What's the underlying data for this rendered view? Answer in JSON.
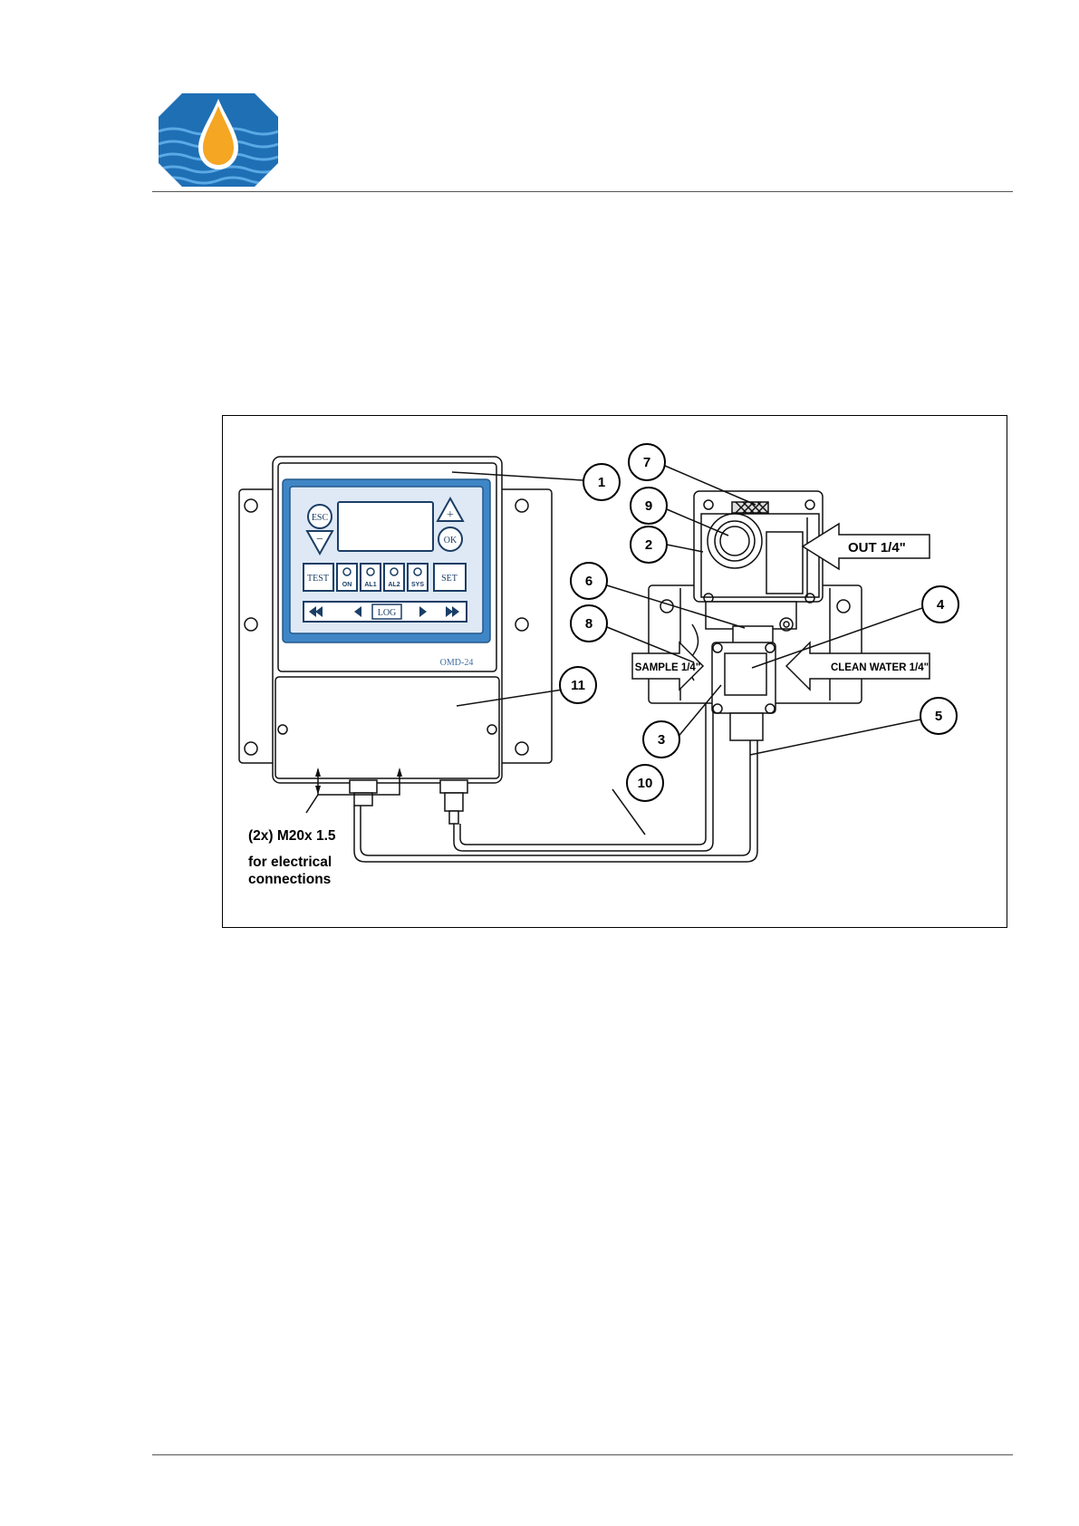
{
  "colors": {
    "logo_blue": "#1f6fb5",
    "logo_drop": "#f5a623",
    "panel_blue": "#3f86c6",
    "panel_light": "#dfe9f5"
  },
  "logo": {
    "icon": "oil-drop-wave-logo"
  },
  "controller": {
    "buttons": {
      "esc": "ESC",
      "plus": "+",
      "minus": "−",
      "ok": "OK",
      "test": "TEST",
      "on": "ON",
      "al1": "AL1",
      "al2": "AL2",
      "sys": "SYS",
      "set": "SET",
      "log": "LOG"
    },
    "model": "OMD-24"
  },
  "ports": {
    "out": "OUT 1/4\"",
    "sample": "SAMPLE 1/4\"",
    "clean_water": "CLEAN WATER 1/4\""
  },
  "callouts": {
    "c1": "1",
    "c2": "2",
    "c3": "3",
    "c4": "4",
    "c5": "5",
    "c6": "6",
    "c7": "7",
    "c8": "8",
    "c9": "9",
    "c10": "10",
    "c11": "11"
  },
  "notes": {
    "glands": "(2x) M20x 1.5",
    "electrical_line1": "for electrical",
    "electrical_line2": "connections"
  }
}
